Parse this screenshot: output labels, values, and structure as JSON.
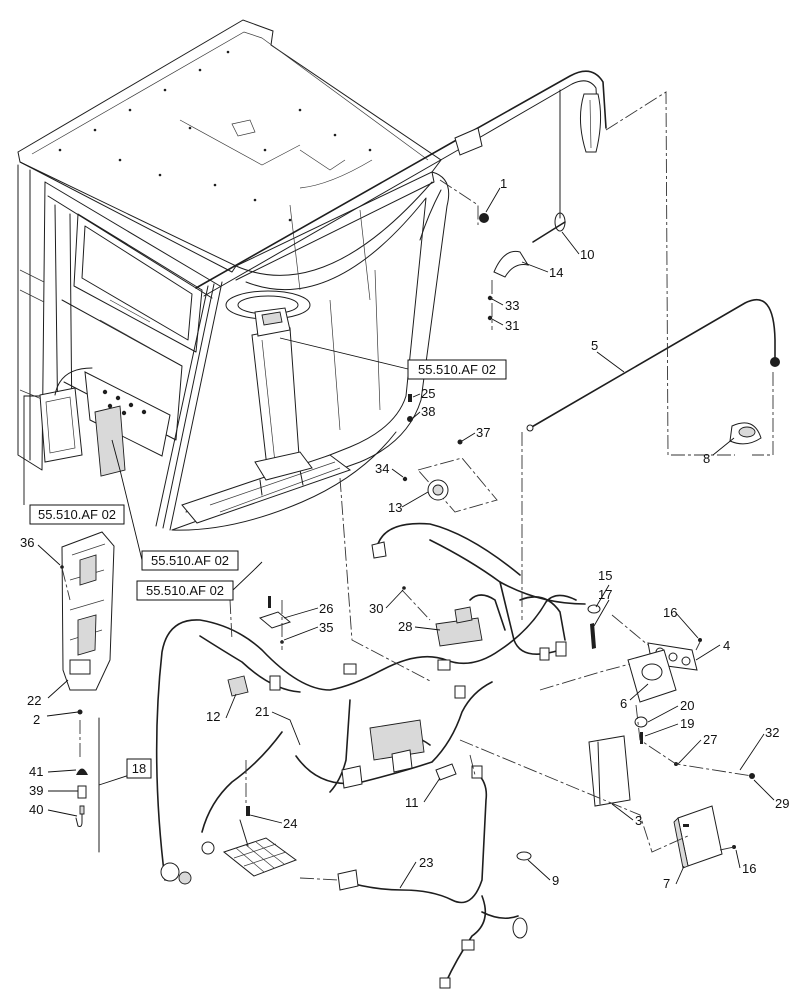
{
  "diagram": {
    "callouts": [
      "1",
      "10",
      "14",
      "33",
      "31",
      "5",
      "25",
      "38",
      "37",
      "8",
      "34",
      "13",
      "36",
      "15",
      "17",
      "30",
      "26",
      "16",
      "28",
      "35",
      "4",
      "6",
      "22",
      "2",
      "12",
      "21",
      "20",
      "19",
      "27",
      "32",
      "41",
      "39",
      "40",
      "11",
      "29",
      "3",
      "24",
      "23",
      "9",
      "7",
      "16"
    ],
    "references": [
      "55.510.AF 02",
      "55.510.AF 02",
      "55.510.AF 02",
      "55.510.AF 02"
    ],
    "boxed_callout": "18"
  }
}
